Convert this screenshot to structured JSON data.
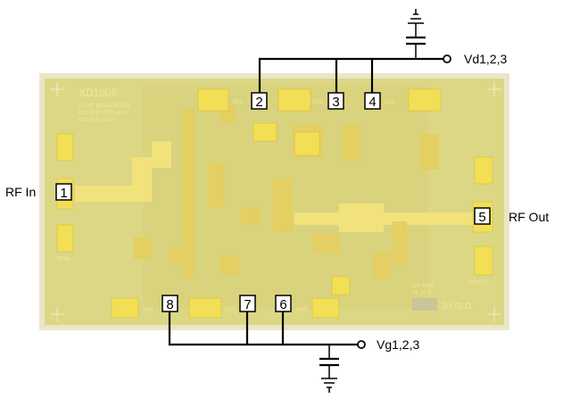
{
  "labels": {
    "rf_in": "RF In",
    "rf_out": "RF Out",
    "vd": "Vd1,2,3",
    "vg": "Vg1,2,3"
  },
  "pins": {
    "p1": "1",
    "p2": "2",
    "p3": "3",
    "p4": "4",
    "p5": "5",
    "p6": "6",
    "p7": "7",
    "p8": "8"
  },
  "chip": {
    "part_number": "XD1005",
    "text_line1": "5 GHZ BROADBAND",
    "text_line2": "DISTRIBUTED 3013",
    "text_line3": "<21 W FLIP24>",
    "vd1": "VD1",
    "vd2": "VD2",
    "vd3": "VD3",
    "vg1": "VG1",
    "vg2": "VG2",
    "vg3": "VG3",
    "rfin": "RFIN",
    "rfout": "RFOUT",
    "corner_line1": "DN 1000",
    "corner_line2": "MI 30.0",
    "corner_mark": "JH SLD"
  },
  "colors": {
    "chip_base": "#dcd785",
    "pad": "#f3df55",
    "wire": "#000000"
  }
}
